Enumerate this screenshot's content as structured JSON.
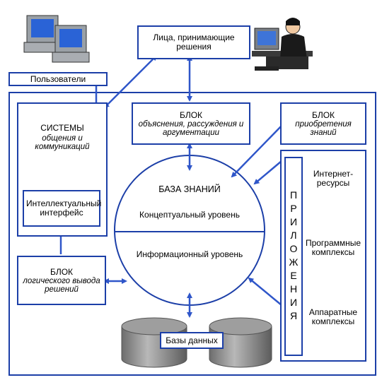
{
  "title": "",
  "nodes": {
    "decision_makers": "Лица, принимающие решения",
    "users": "Пользователи",
    "systems_title": "СИСТЕМЫ",
    "systems_subtitle": "общения и коммуникаций",
    "intelligent_interface": "Интеллектуальный интерфейс",
    "explanation_block_title": "БЛОК",
    "explanation_block_subtitle": "объяснения, рассуждения и аргументации",
    "acquisition_block_title": "БЛОК",
    "acquisition_block_subtitle": "приобретения знаний",
    "knowledge_base": "БАЗА ЗНАНИЙ",
    "conceptual_level": "Концептуальный уровень",
    "information_level": "Информационный уровень",
    "inference_block_title": "БЛОК",
    "inference_block_subtitle": "логического вывода решений",
    "databases": "Базы данных",
    "applications_vertical": "ПРИЛОЖЕНИЯ",
    "internet_resources": "Интернет-ресурсы",
    "software_complexes": "Программные комплексы",
    "hardware_complexes": "Аппаратные комплексы"
  },
  "colors": {
    "line": "#1c3fa8",
    "arrow": "#2f56c9",
    "cylinder": "#8a8a8a"
  }
}
